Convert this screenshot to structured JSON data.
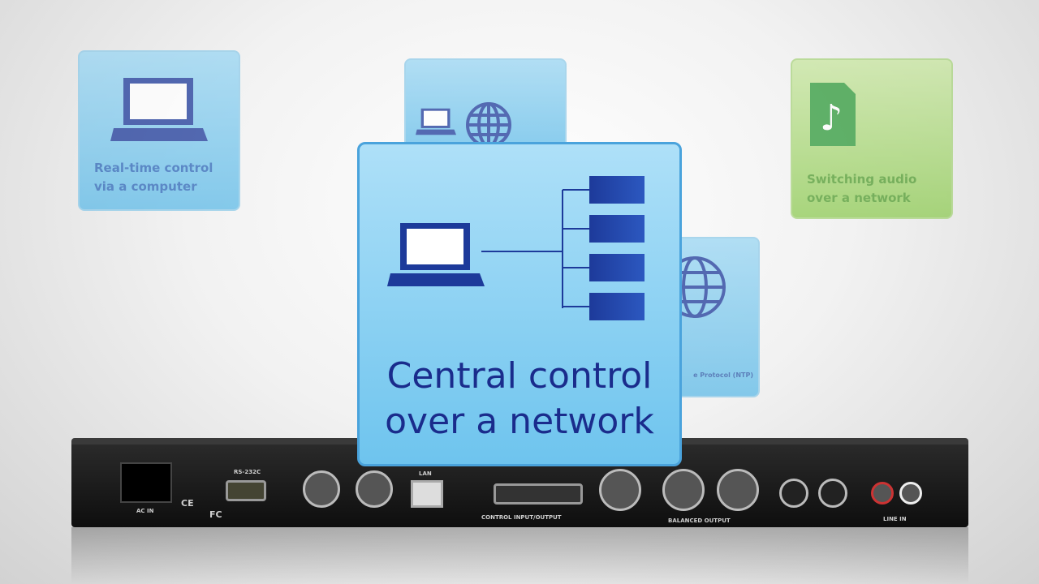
{
  "tiles": {
    "realtime": {
      "caption_line1": "Real-time control",
      "caption_line2": "via a computer",
      "icon": "laptop-icon"
    },
    "internet": {
      "icons": [
        "laptop-icon",
        "globe-icon"
      ]
    },
    "audio": {
      "caption_line1": "Switching audio",
      "caption_line2": "over a network",
      "icon": "music-file-icon"
    },
    "ntp": {
      "caption": "e Protocol (NTP)",
      "icon": "globe-icon"
    },
    "central": {
      "caption_line1": "Central control",
      "caption_line2": "over a network",
      "icons": [
        "laptop-icon",
        "network-device-icon"
      ]
    }
  },
  "device": {
    "labels": {
      "ac_in": "AC IN",
      "rs232c": "RS-232C",
      "lan": "LAN",
      "control": "CONTROL INPUT/OUTPUT",
      "balanced": "BALANCED OUTPUT",
      "line_in": "LINE IN",
      "fc": "FC",
      "ce": "CE"
    }
  },
  "colors": {
    "blue_tile": "#6ec4ee",
    "green_tile": "#8fcb55",
    "caption_text": "#1a2c8c",
    "device": "#111111"
  }
}
